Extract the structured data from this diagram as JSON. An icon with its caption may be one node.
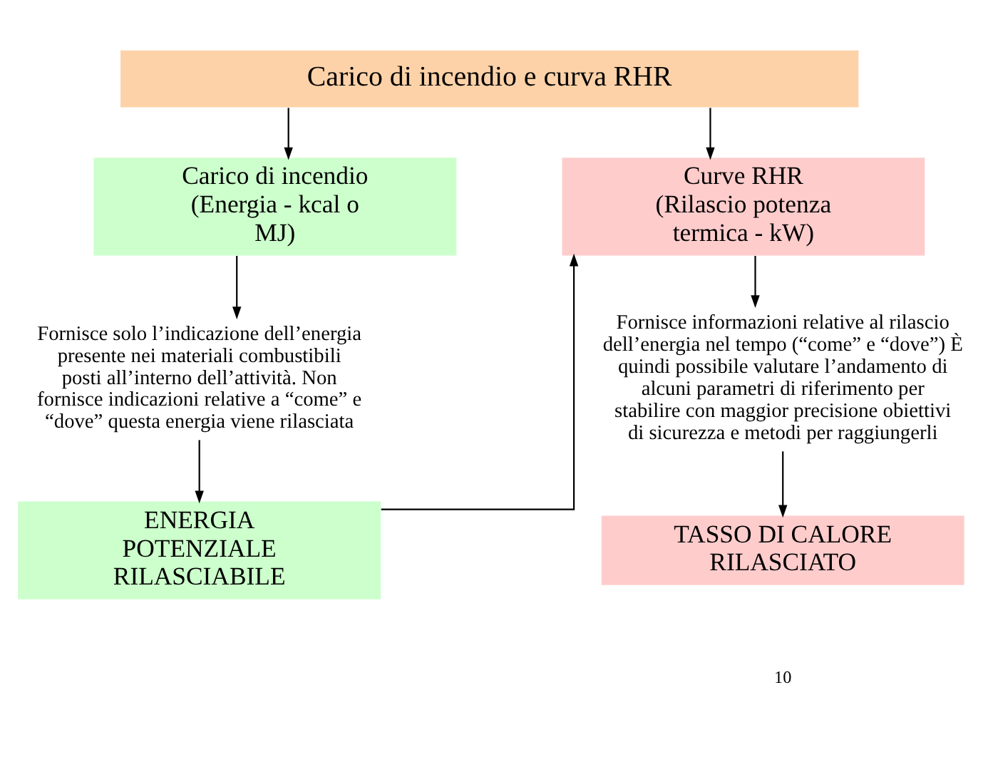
{
  "diagram": {
    "nodes": [
      {
        "text": [
          "Carico di incendio e curva RHR"
        ]
      },
      {
        "text": [
          "Carico di incendio (Energia - kcal o MJ)"
        ]
      },
      {
        "text": [
          "Fornisce solo l’indicazione dell’energia presente nei materiali combustibili posti all’interno dell’attività. Non fornisce indicazioni relative a “come” e “dove” questa energia viene rilasciata"
        ]
      },
      {
        "text": [
          "ENERGIA POTENZIALE RILASCIABILE"
        ]
      },
      {
        "text": [
          "Curve RHR (Rilascio potenza termica - kW)"
        ]
      },
      {
        "text": [
          "Fornisce informazioni relative al rilascio dell’energia nel tempo (“come” e “dove”) È quindi possibile valutare l’andamento di alcuni parametri di riferimento per stabilire con maggior precisione obiettivi di sicurezza e metodi per raggiungerli"
        ]
      },
      {
        "text": [
          "TASSO DI CALORE RILASCIATO"
        ]
      }
    ],
    "edges": [
      {
        "from": 0,
        "to": 1,
        "arrow": "to"
      },
      {
        "from": 0,
        "to": 4,
        "arrow": "to"
      },
      {
        "from": 1,
        "to": 2,
        "arrow": "to"
      },
      {
        "from": 2,
        "to": 3,
        "arrow": "to"
      },
      {
        "from": 3,
        "to": 4,
        "arrow": "to"
      },
      {
        "from": 4,
        "to": 5,
        "arrow": "to"
      },
      {
        "from": 5,
        "to": 6,
        "arrow": "to"
      }
    ],
    "labels": [
      "10"
    ]
  }
}
